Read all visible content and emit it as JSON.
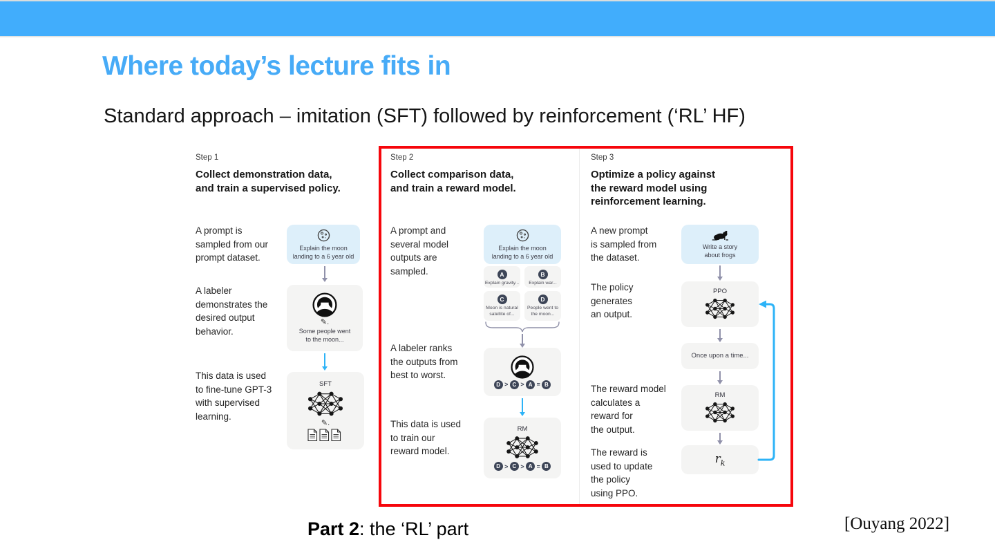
{
  "slide": {
    "title": "Where today’s lecture fits in",
    "subtitle": "Standard approach – imitation (SFT) followed by reinforcement (‘RL’ HF)",
    "footer": {
      "bold": "Part 2",
      "rest": ": the ‘RL’ part"
    },
    "citation": "[Ouyang 2022]"
  },
  "colors": {
    "header_bar": "#41adfc",
    "title_blue": "#47abf7",
    "highlight_red": "#f6060c",
    "prompt_box_blue": "#ddeffa",
    "node_box_gray": "#f4f4f3",
    "blue_arrow": "#2db3f7",
    "gray_arrow": "#9091aa",
    "dark_pill": "#3d4557"
  },
  "icons": {
    "pencil": "✎."
  },
  "steps": [
    {
      "label": "Step 1",
      "heading": "Collect demonstration data,\nand train a supervised policy.",
      "captions": [
        "A prompt is\nsampled from our\nprompt dataset.",
        "A labeler\ndemonstrates the\ndesired output\nbehavior.",
        "This data is used\nto fine-tune GPT-3\nwith supervised\nlearning."
      ],
      "prompt": "Explain the moon\nlanding to a 6 year old",
      "labeler_output": "Some people went\nto the moon...",
      "model_label": "SFT"
    },
    {
      "label": "Step 2",
      "heading": "Collect comparison data,\nand train a reward model.",
      "captions": [
        "A prompt and\nseveral model\noutputs are\nsampled.",
        "A labeler ranks\nthe outputs from\nbest to worst.",
        "This data is used\nto train our\nreward model."
      ],
      "prompt": "Explain the moon\nlanding to a 6 year old",
      "outputs": [
        {
          "letter": "A",
          "text": "Explain gravity..."
        },
        {
          "letter": "B",
          "text": "Explain war..."
        },
        {
          "letter": "C",
          "text": "Moon is natural\nsatellite of..."
        },
        {
          "letter": "D",
          "text": "People went to\nthe moon..."
        }
      ],
      "ranking": {
        "items": [
          "D",
          "C",
          "A",
          "B"
        ],
        "separators": [
          ">",
          ">",
          "="
        ]
      },
      "model_label": "RM"
    },
    {
      "label": "Step 3",
      "heading": "Optimize a policy against\nthe reward model using\nreinforcement learning.",
      "captions": [
        "A new prompt\nis sampled from\nthe dataset.",
        "The policy\ngenerates\nan output.",
        "The reward model\ncalculates a\nreward for\nthe output.",
        "The reward is\nused to update\nthe policy\nusing PPO."
      ],
      "prompt": "Write a story\nabout frogs",
      "policy_label": "PPO",
      "policy_output": "Once upon a time...",
      "model_label": "RM",
      "reward": {
        "base": "r",
        "sub": "k"
      }
    }
  ]
}
